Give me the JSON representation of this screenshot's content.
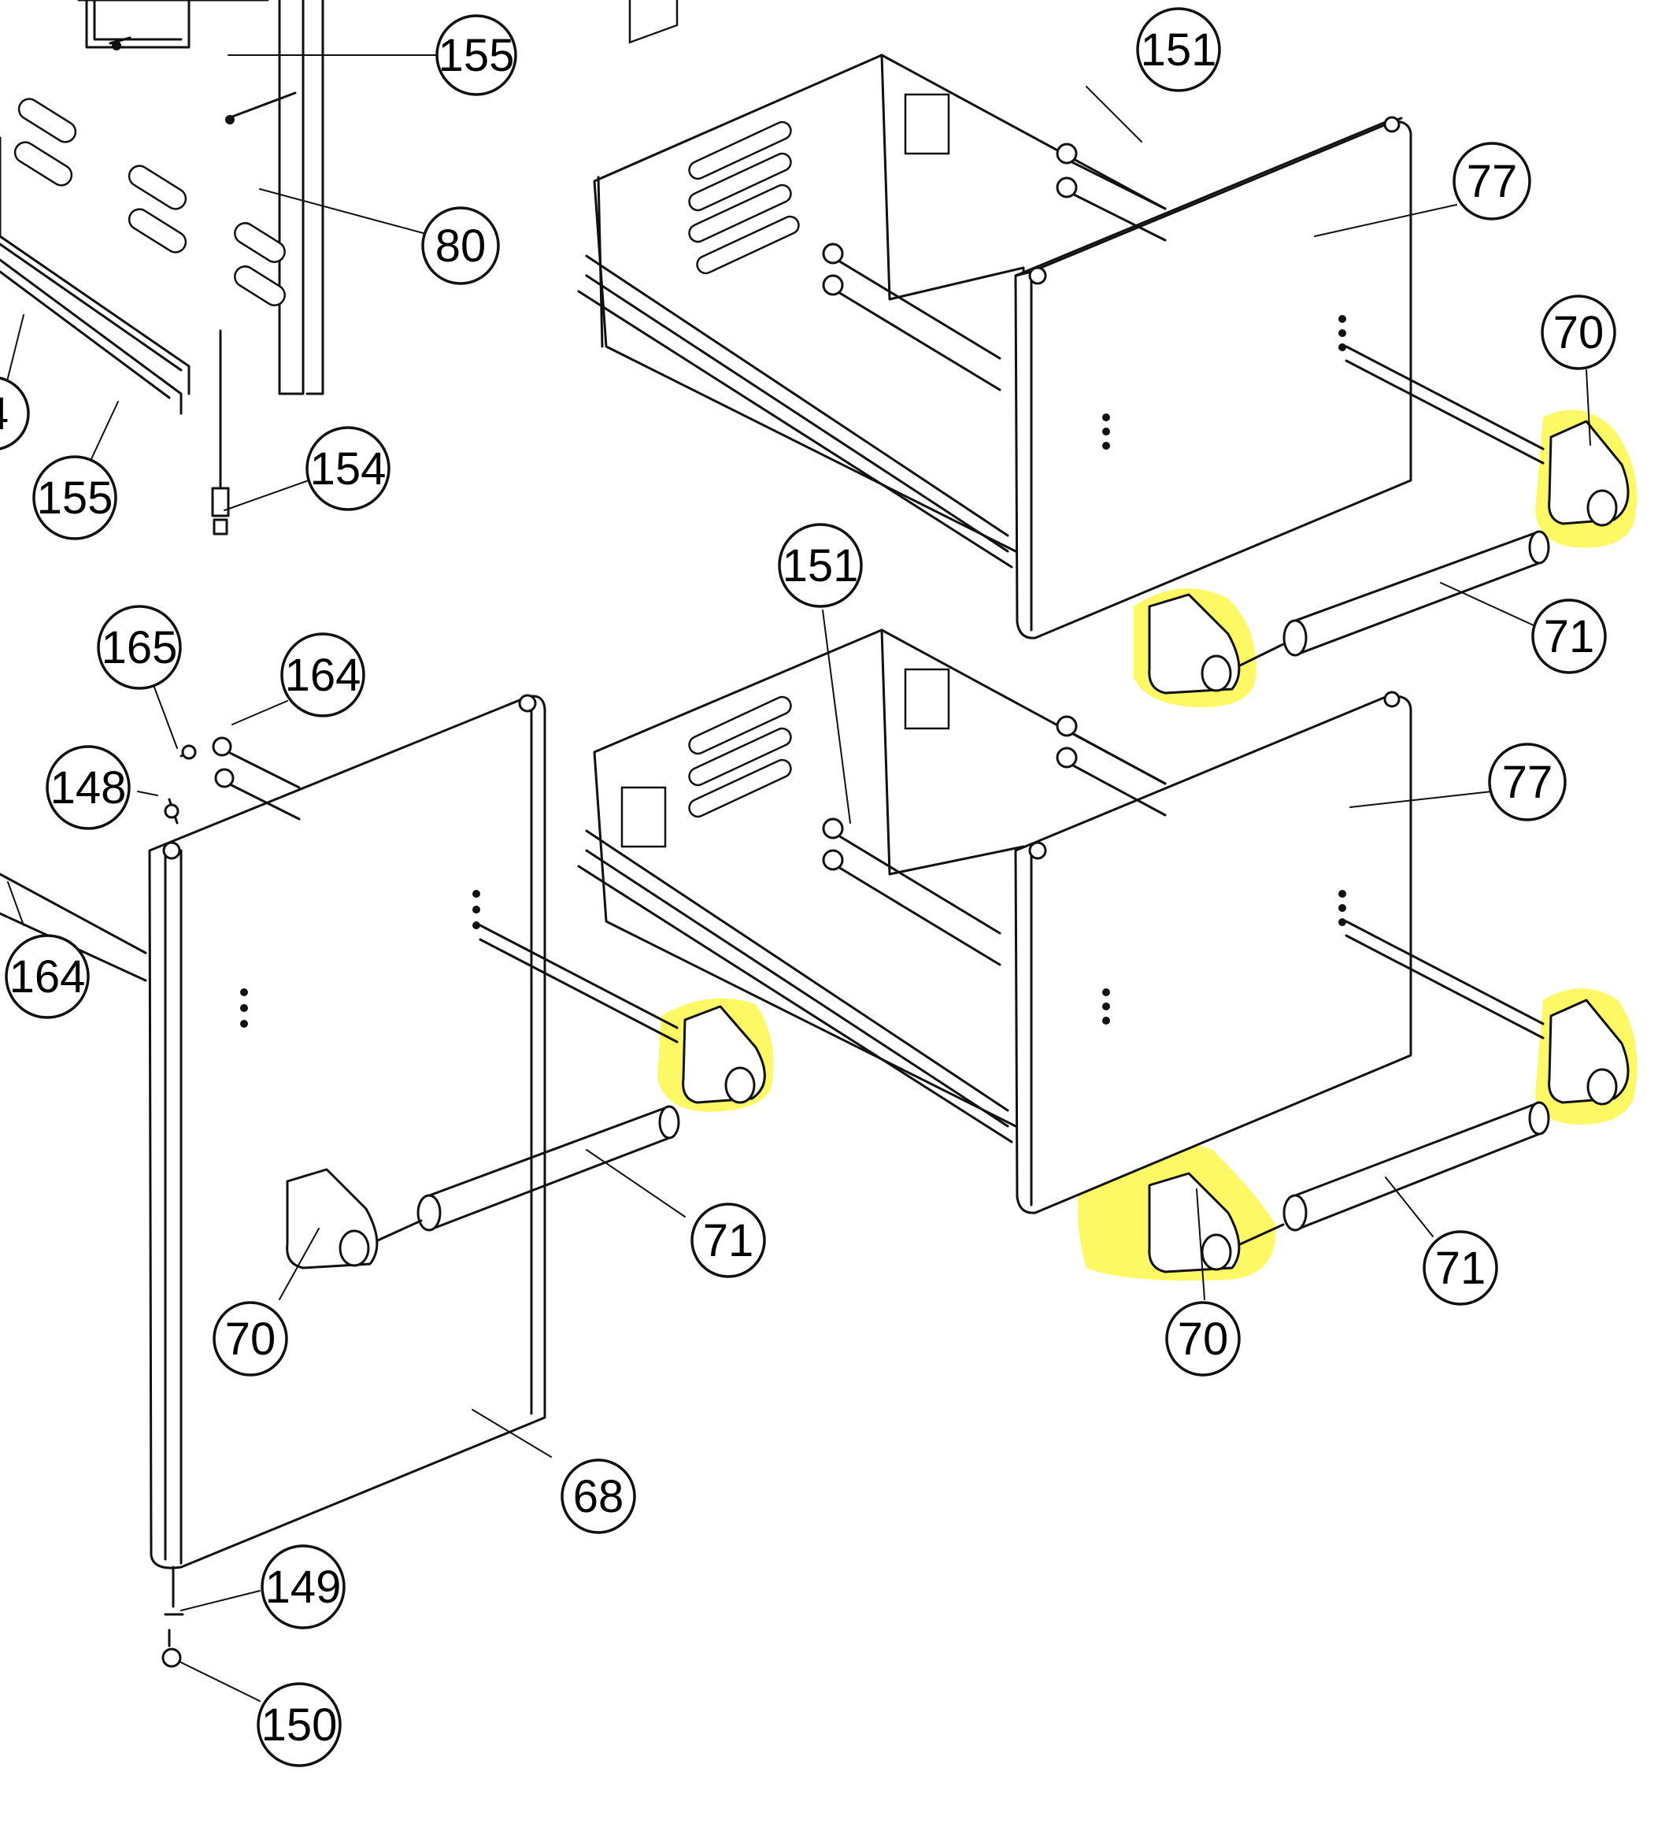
{
  "colors": {
    "line": "#111111",
    "highlight": "#fbf84a",
    "background": "#ffffff"
  },
  "callouts": [
    {
      "id": "c1",
      "label": "155"
    },
    {
      "id": "c2",
      "label": "80"
    },
    {
      "id": "c3",
      "label": "4"
    },
    {
      "id": "c4",
      "label": "155"
    },
    {
      "id": "c5",
      "label": "154"
    },
    {
      "id": "c6",
      "label": "151"
    },
    {
      "id": "c7",
      "label": "77"
    },
    {
      "id": "c8",
      "label": "70"
    },
    {
      "id": "c9",
      "label": "71"
    },
    {
      "id": "c10",
      "label": "151"
    },
    {
      "id": "c11",
      "label": "165"
    },
    {
      "id": "c12",
      "label": "164"
    },
    {
      "id": "c13",
      "label": "148"
    },
    {
      "id": "c14",
      "label": "164"
    },
    {
      "id": "c15",
      "label": "77"
    },
    {
      "id": "c16",
      "label": "71"
    },
    {
      "id": "c17",
      "label": "70"
    },
    {
      "id": "c18",
      "label": "71"
    },
    {
      "id": "c19",
      "label": "70"
    },
    {
      "id": "c20",
      "label": "68"
    },
    {
      "id": "c21",
      "label": "149"
    },
    {
      "id": "c22",
      "label": "150"
    }
  ]
}
